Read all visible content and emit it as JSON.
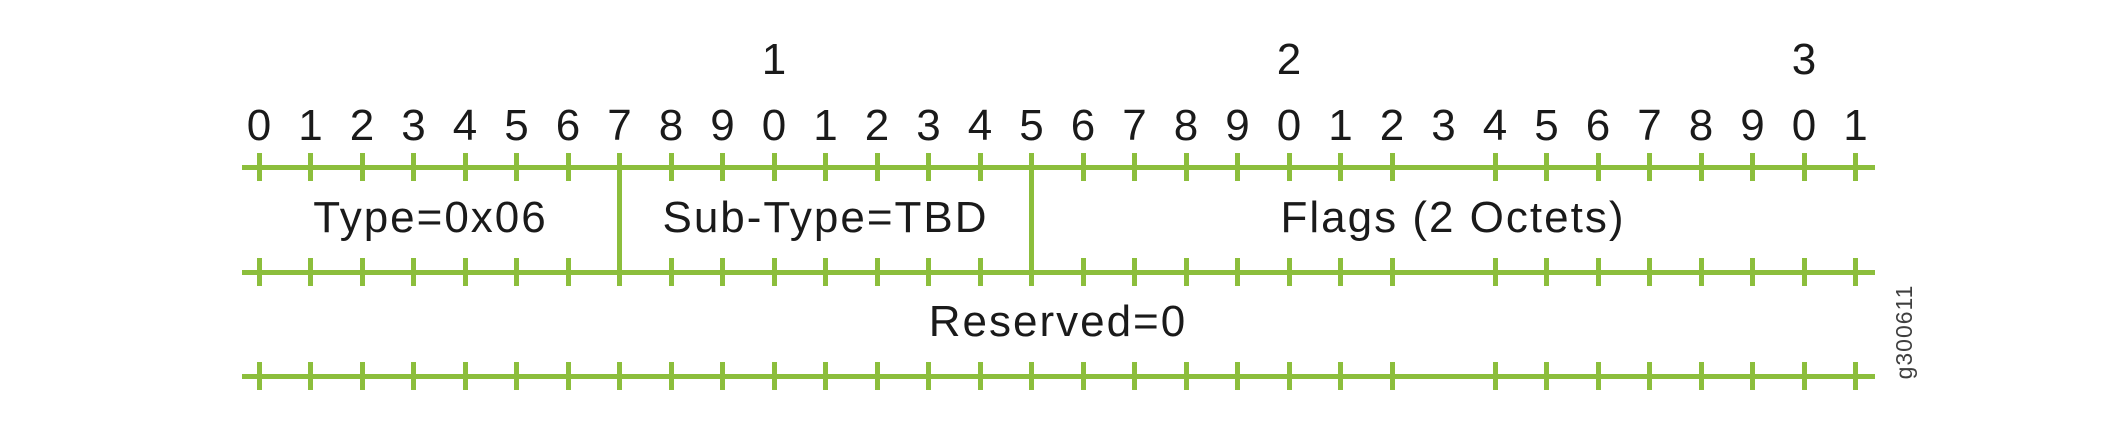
{
  "figure": {
    "description": "32-bit packet header bit-field layout diagram",
    "bit_count": 32,
    "tens_labels": [
      {
        "text": "1",
        "bit": 10
      },
      {
        "text": "2",
        "bit": 20
      },
      {
        "text": "3",
        "bit": 30
      }
    ],
    "bit_digits": [
      "0",
      "1",
      "2",
      "3",
      "4",
      "5",
      "6",
      "7",
      "8",
      "9",
      "0",
      "1",
      "2",
      "3",
      "4",
      "5",
      "6",
      "7",
      "8",
      "9",
      "0",
      "1",
      "2",
      "3",
      "4",
      "5",
      "6",
      "7",
      "8",
      "9",
      "0",
      "1"
    ],
    "missing_tick_bit": 23,
    "rows": [
      {
        "divider_bits": [
          7,
          15
        ],
        "fields": [
          {
            "label": "Type=0x06"
          },
          {
            "label": "Sub-Type=TBD"
          },
          {
            "label": "Flags (2 Octets)"
          }
        ]
      },
      {
        "divider_bits": [],
        "fields": [
          {
            "label": "Reserved=0"
          }
        ]
      }
    ],
    "watermark": "g300611",
    "colors": {
      "ruler_green": "#8cbe3c",
      "text_black": "#1a1a1a",
      "watermark_gray": "#3f3f3f",
      "background": "#ffffff"
    }
  }
}
